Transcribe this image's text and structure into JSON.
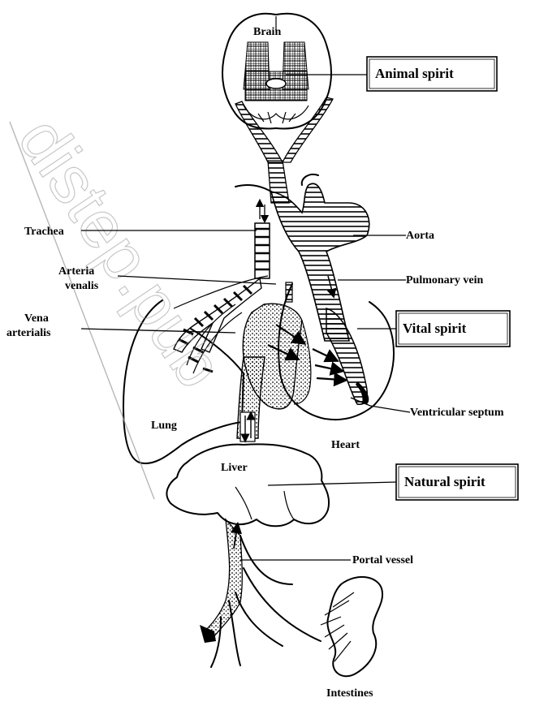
{
  "labels": {
    "brain": "Brain",
    "animal_spirit": "Animal spirit",
    "trachea": "Trachea",
    "aorta": "Aorta",
    "arteria_venalis_1": "Arteria",
    "arteria_venalis_2": "venalis",
    "pulmonary_vein": "Pulmonary vein",
    "vena_arterialis_1": "Vena",
    "vena_arterialis_2": "arterialis",
    "vital_spirit": "Vital spirit",
    "ventricular_septum": "Ventricular septum",
    "lung": "Lung",
    "heart": "Heart",
    "liver": "Liver",
    "natural_spirit": "Natural spirit",
    "portal_vessel": "Portal vessel",
    "intestines": "Intestines"
  },
  "watermark": "distep.pub",
  "colors": {
    "ink": "#000000",
    "background": "#ffffff",
    "watermark": "#9a9a9a"
  }
}
